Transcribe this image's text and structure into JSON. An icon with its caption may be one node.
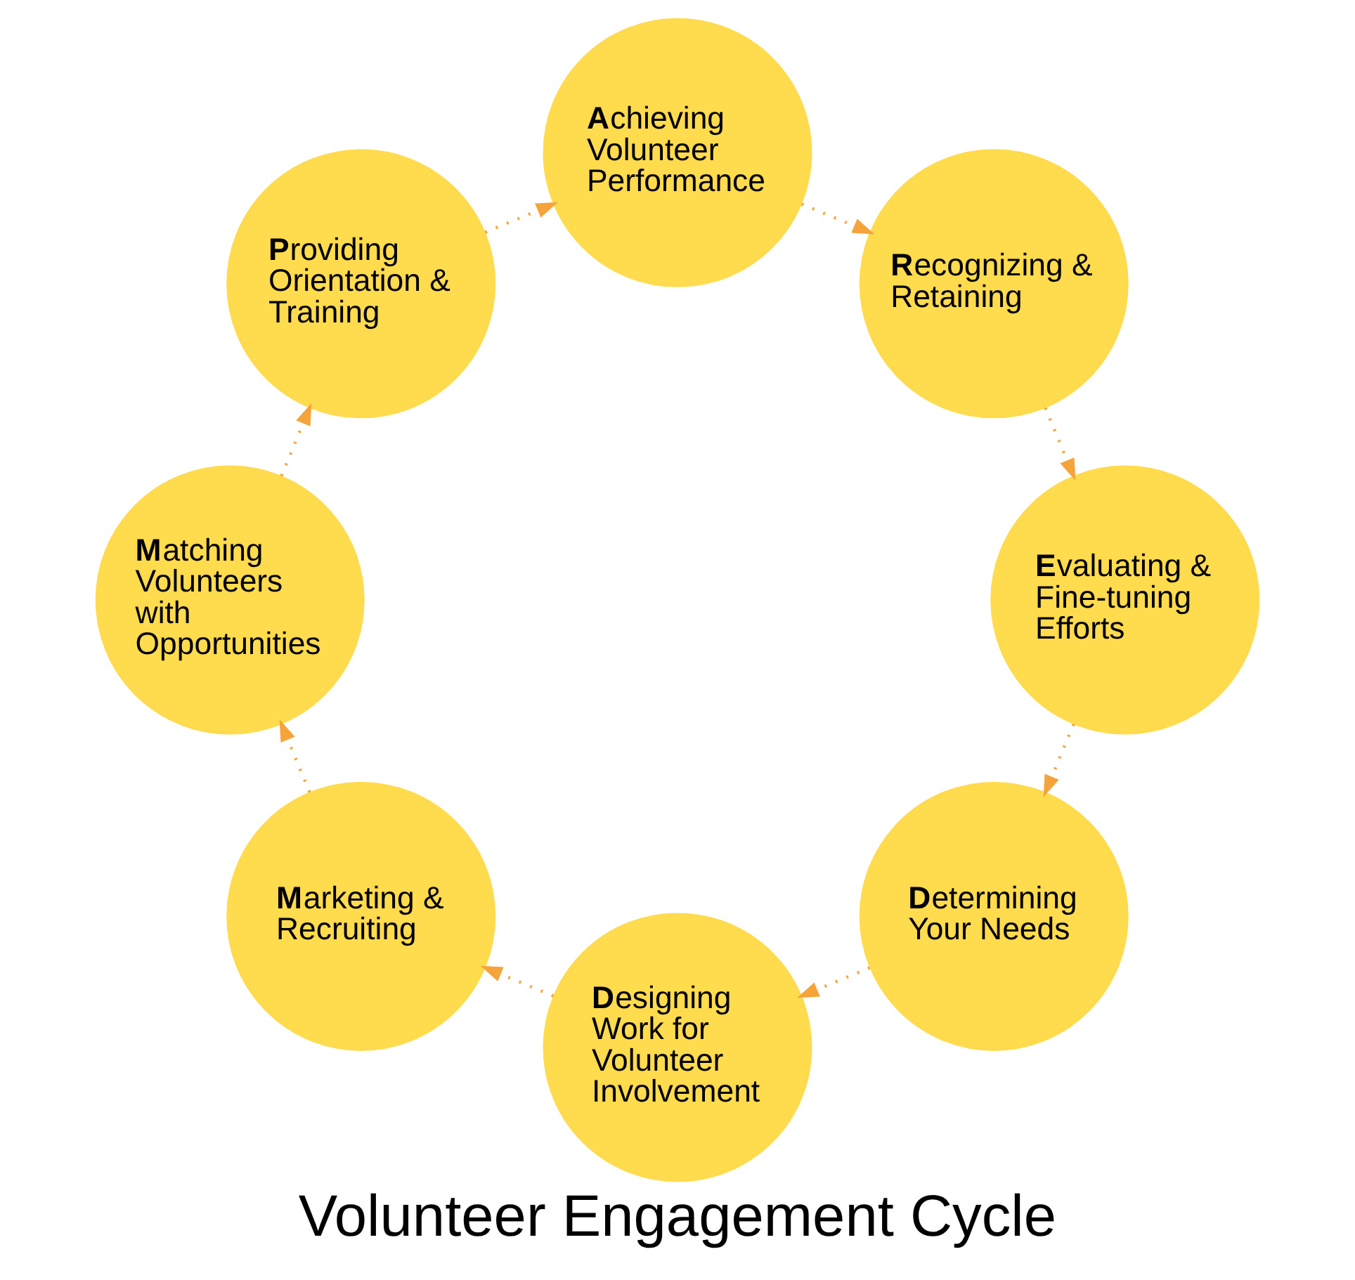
{
  "diagram": {
    "title": "Volunteer Engagement Cycle",
    "nodes": [
      {
        "text": [
          "**D**etermining Your Needs"
        ]
      },
      {
        "text": [
          "**D**esigning Work for Volunteer Involvement"
        ]
      },
      {
        "text": [
          "**M**arketing & Recruiting"
        ]
      },
      {
        "text": [
          "**M**atching Volunteers with Opportunities"
        ]
      },
      {
        "text": [
          "**P**roviding Orientation & Training"
        ]
      },
      {
        "text": [
          "**A**chieving Volunteer Performance"
        ]
      },
      {
        "text": [
          "**R**ecognizing & Retaining"
        ]
      },
      {
        "text": [
          "**E**valuating & Fine-tuning Efforts"
        ]
      }
    ],
    "edges": [
      {
        "from": 0,
        "to": 1,
        "arrow": "to"
      },
      {
        "from": 1,
        "to": 2,
        "arrow": "to"
      },
      {
        "from": 2,
        "to": 3,
        "arrow": "to"
      },
      {
        "from": 3,
        "to": 4,
        "arrow": "to"
      },
      {
        "from": 4,
        "to": 5,
        "arrow": "to"
      },
      {
        "from": 5,
        "to": 6,
        "arrow": "to"
      },
      {
        "from": 6,
        "to": 7,
        "arrow": "to"
      },
      {
        "from": 7,
        "to": 0,
        "arrow": "to"
      }
    ]
  }
}
